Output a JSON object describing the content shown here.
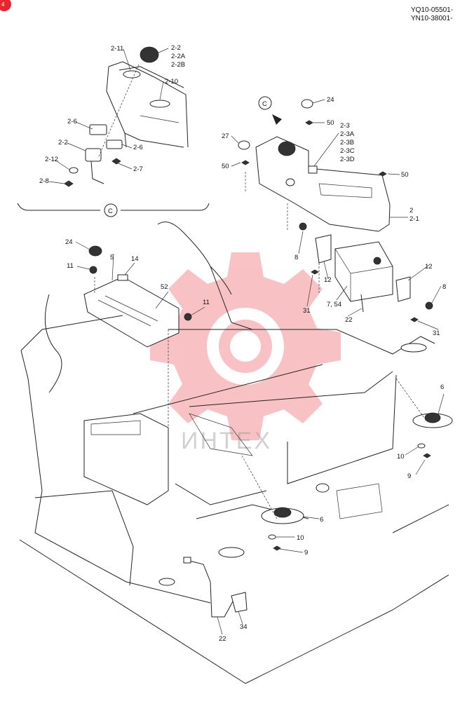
{
  "serials": [
    "YQ10-05501-",
    "YN10-38001-"
  ],
  "corner_badge": "4",
  "detail_marker": "C",
  "watermark_text": "ИНТЕХ",
  "colors": {
    "badge": "#e8262f",
    "watermark": "#e8262f",
    "line": "#222222"
  },
  "callouts": {
    "c_2_11": "2-11",
    "c_2_2_top": "2-2",
    "c_2_2A": "2-2A",
    "c_2_2B": "2-2B",
    "c_2_10": "2-10",
    "c_2_6a": "2-6",
    "c_2_2_left": "2-2",
    "c_2_6b": "2-6",
    "c_2_12": "2-12",
    "c_2_7": "2-7",
    "c_2_8": "2-8",
    "c_24_top": "24",
    "c_50_top": "50",
    "c_27": "27",
    "c_50_left": "50",
    "c_2_3": "2-3",
    "c_2_3A": "2-3A",
    "c_2_3B": "2-3B",
    "c_2_3C": "2-3C",
    "c_2_3D": "2-3D",
    "c_50_right": "50",
    "c_2": "2",
    "c_2_1": "2-1",
    "c_8_left": "8",
    "c_12_left": "12",
    "c_31_left": "31",
    "c_7_54": "7, 54",
    "c_22_mid": "22",
    "c_12_right": "12",
    "c_8_right": "8",
    "c_31_right": "31",
    "c_24_left": "24",
    "c_5": "5",
    "c_11_left": "11",
    "c_14": "14",
    "c_52": "52",
    "c_11_mid": "11",
    "c_6_right": "6",
    "c_10_right": "10",
    "c_9_right": "9",
    "c_6_mid": "6",
    "c_10_mid": "10",
    "c_9_mid": "9",
    "c_22_bottom": "22",
    "c_34": "34"
  }
}
